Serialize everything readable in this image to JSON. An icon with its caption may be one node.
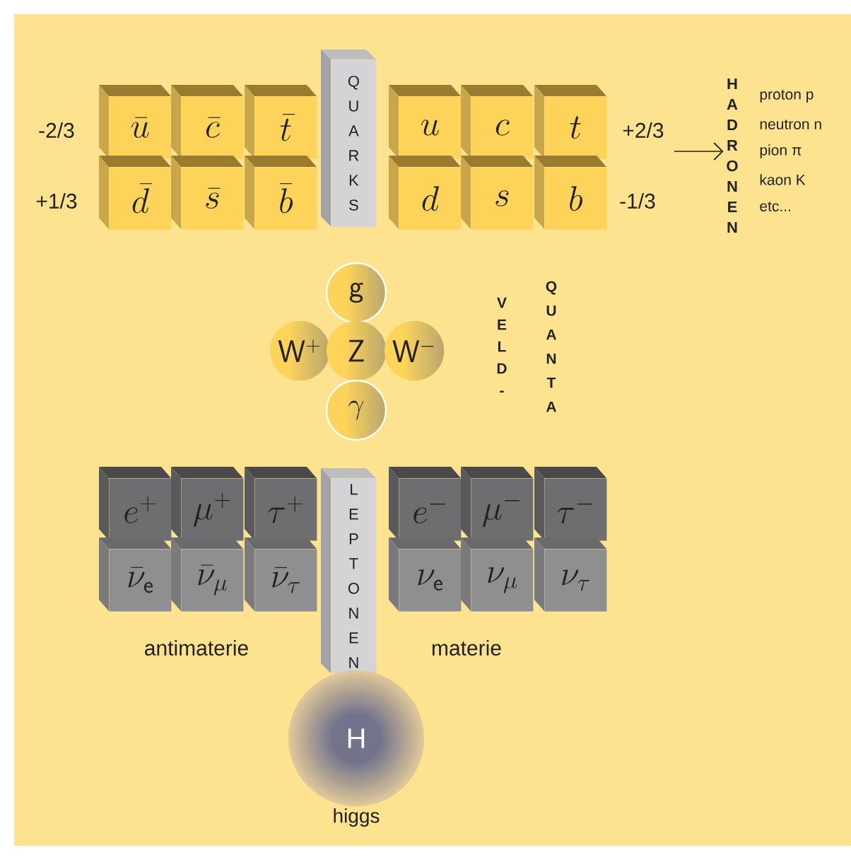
{
  "diagram": {
    "nodes": [
      {
        "text": [
          "\\bar{u}"
        ]
      },
      {
        "text": [
          "\\bar{c}"
        ]
      },
      {
        "text": [
          "\\bar{t}"
        ]
      },
      {
        "text": [
          "\\bar{d}"
        ]
      },
      {
        "text": [
          "\\bar{s}"
        ]
      },
      {
        "text": [
          "\\bar{b}"
        ]
      },
      {
        "text": [
          "QUARKS"
        ]
      },
      {
        "text": [
          "u"
        ]
      },
      {
        "text": [
          "c"
        ]
      },
      {
        "text": [
          "t"
        ]
      },
      {
        "text": [
          "d"
        ]
      },
      {
        "text": [
          "s"
        ]
      },
      {
        "text": [
          "b"
        ]
      },
      {
        "text": [
          "HADRONEN"
        ]
      },
      {
        "text": [
          "\\mathsf{g}"
        ]
      },
      {
        "text": [
          "\\mathsf{W}^{+}"
        ]
      },
      {
        "text": [
          "\\mathsf{Z}"
        ]
      },
      {
        "text": [
          "\\mathsf{W}^{-}"
        ]
      },
      {
        "text": [
          "\\gamma"
        ]
      },
      {
        "text": [
          "e^{+}"
        ]
      },
      {
        "text": [
          "\\mu^{+}"
        ]
      },
      {
        "text": [
          "\\tau^{+}"
        ]
      },
      {
        "text": [
          "\\bar{\\nu}_{\\mathsf{e}}"
        ]
      },
      {
        "text": [
          "\\bar{\\nu}_{\\mu}"
        ]
      },
      {
        "text": [
          "\\bar{\\nu}_{\\tau}"
        ]
      },
      {
        "text": [
          "LEPTONEN"
        ]
      },
      {
        "text": [
          "e^{-}"
        ]
      },
      {
        "text": [
          "\\mu^{-}"
        ]
      },
      {
        "text": [
          "\\tau^{-}"
        ]
      },
      {
        "text": [
          "\\nu_{\\mathsf{e}}"
        ]
      },
      {
        "text": [
          "\\nu_{\\mu}"
        ]
      },
      {
        "text": [
          "\\nu_{\\tau}"
        ]
      },
      {
        "text": [
          "H"
        ],
        "beside": [
          "higgs"
        ]
      }
    ],
    "edges": [
      {
        "from": null,
        "to": 13,
        "arrow": "to"
      }
    ],
    "labels": [
      "-2/3",
      "+2/3",
      "+1/3",
      "-1/3",
      "proton p",
      "neutron n",
      "pion π",
      "kaon K",
      "etc...",
      "VELD-",
      "QUANTA",
      "antimaterie",
      "materie"
    ]
  }
}
